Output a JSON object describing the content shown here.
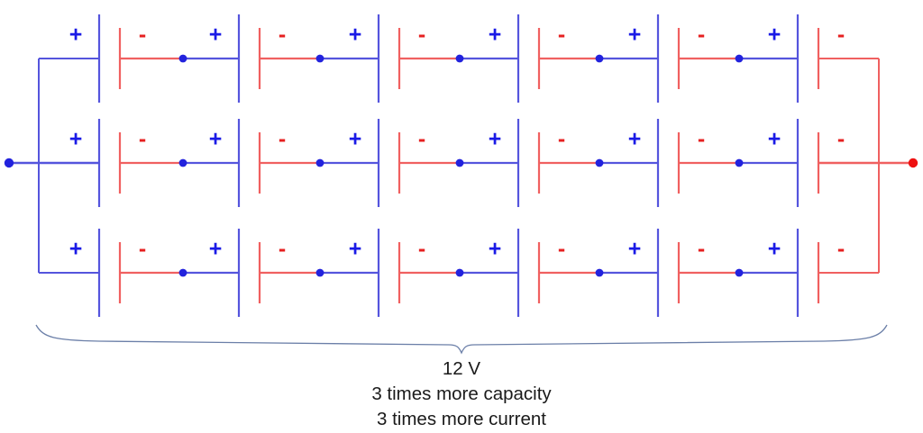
{
  "diagram": {
    "title": "battery array wiring diagram",
    "colors": {
      "positive": "#5555dd",
      "positive_dark": "#1a1ae6",
      "negative": "#f06060",
      "negative_dark": "#e62020",
      "brace": "#6b7fa8",
      "text": "#1a1a1a",
      "background": "#ffffff"
    },
    "rows": 3,
    "cells_per_row": 6,
    "left_terminal": {
      "name": "positive-terminal",
      "polarity": "+"
    },
    "right_terminal": {
      "name": "negative-terminal",
      "polarity": "-"
    },
    "cell_labels": {
      "positive": "+",
      "negative": "-"
    },
    "row_labels": [
      {
        "row": 1,
        "cells": [
          {
            "positive": "+",
            "negative": "-"
          },
          {
            "positive": "+",
            "negative": "-"
          },
          {
            "positive": "+",
            "negative": "-"
          },
          {
            "positive": "+",
            "negative": "-"
          },
          {
            "positive": "+",
            "negative": "-"
          },
          {
            "positive": "+",
            "negative": "-"
          }
        ]
      },
      {
        "row": 2,
        "cells": [
          {
            "positive": "+",
            "negative": "-"
          },
          {
            "positive": "+",
            "negative": "-"
          },
          {
            "positive": "+",
            "negative": "-"
          },
          {
            "positive": "+",
            "negative": "-"
          },
          {
            "positive": "+",
            "negative": "-"
          },
          {
            "positive": "+",
            "negative": "-"
          }
        ]
      },
      {
        "row": 3,
        "cells": [
          {
            "positive": "+",
            "negative": "-"
          },
          {
            "positive": "+",
            "negative": "-"
          },
          {
            "positive": "+",
            "negative": "-"
          },
          {
            "positive": "+",
            "negative": "-"
          },
          {
            "positive": "+",
            "negative": "-"
          },
          {
            "positive": "+",
            "negative": "-"
          }
        ]
      }
    ]
  },
  "caption": {
    "line1": "12 V",
    "line2": "3 times more capacity",
    "line3": "3 times more current"
  },
  "labels": {
    "r1c1_minus": "-",
    "r1c1_plus": "+",
    "r1c2_minus": "-",
    "r1c2_plus": "+",
    "r1c3_minus": "-",
    "r1c3_plus": "+",
    "r1c4_minus": "-",
    "r1c4_plus": "+",
    "r1c5_minus": "-",
    "r1c5_plus": "+",
    "r1c6_minus": "-",
    "r1c6_plus": "+",
    "r1_first_plus": "+",
    "r1_last_minus": "-",
    "r2c1_minus": "-",
    "r2c1_plus": "+",
    "r2c2_minus": "-",
    "r2c2_plus": "+",
    "r2c3_minus": "-",
    "r2c3_plus": "+",
    "r2c4_minus": "-",
    "r2c4_plus": "+",
    "r2c5_minus": "-",
    "r2c5_plus": "+",
    "r2c6_minus": "-",
    "r2c6_plus": "+",
    "r2_first_plus": "+",
    "r2_last_minus": "-",
    "r3c1_minus": "-",
    "r3c1_plus": "+",
    "r3c2_minus": "-",
    "r3c2_plus": "+",
    "r3c3_minus": "-",
    "r3c3_plus": "+",
    "r3c4_minus": "-",
    "r3c4_plus": "+",
    "r3c5_minus": "-",
    "r3c5_plus": "+",
    "r3c6_minus": "-",
    "r3c6_plus": "+",
    "r3_first_plus": "+",
    "r3_last_minus": "-"
  }
}
